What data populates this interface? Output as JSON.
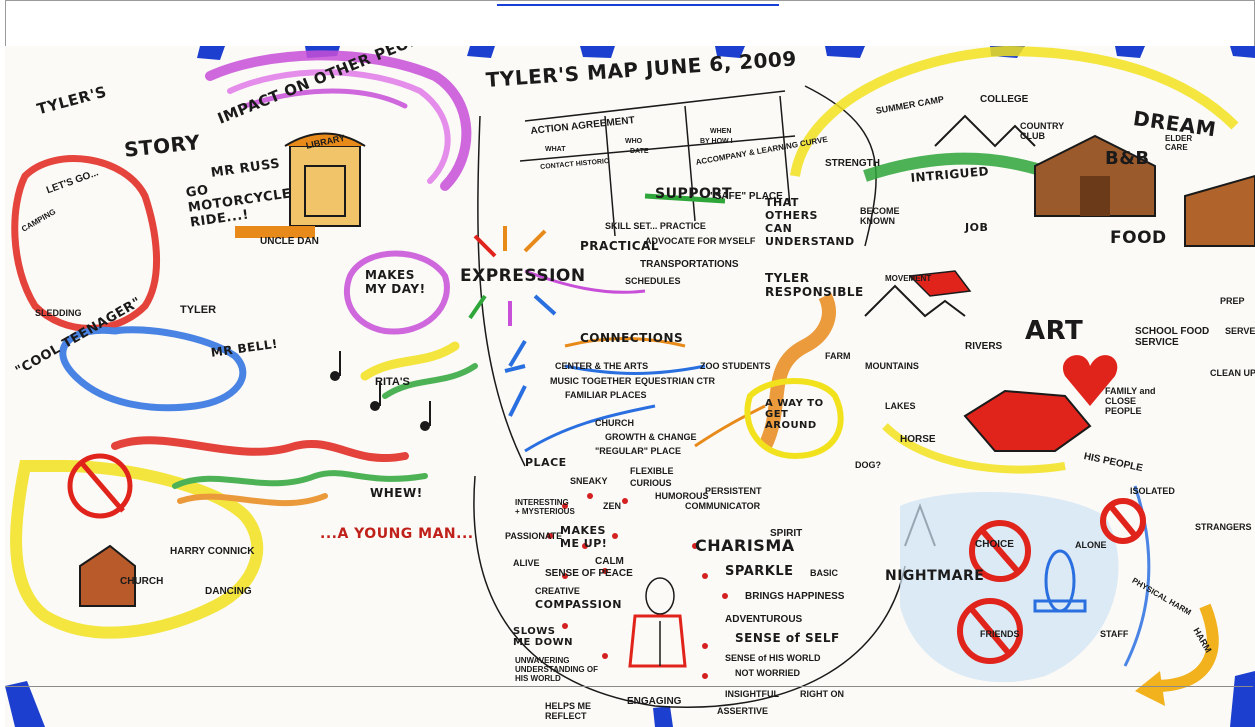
{
  "title": "TYLER'S MAP JUNE 6, 2009",
  "action_agreement": {
    "heading": "ACTION AGREEMENT",
    "columns": [
      "WHAT",
      "WHO",
      "DATE",
      "WHEN",
      "BY HOW I"
    ],
    "row1": "CONTACT HISTORIC"
  },
  "story": {
    "tylers": "TYLER'S",
    "story": "STORY",
    "impact": "IMPACT ON OTHER PEOPLE'S LIVES",
    "library": "LIBRARY",
    "lets_go": "LET'S GO...",
    "camping": "CAMPING",
    "mr_russ": "MR RUSS",
    "motorcycle": "GO MOTORCYCLE RIDE...!",
    "uncle_dan": "UNCLE DAN",
    "makes_my_day": "MAKES MY DAY!",
    "sledding": "SLEDDING",
    "tyler": "TYLER",
    "mr_bell": "MR BELL!",
    "cool_teenager": "\"COOL TEENAGER\"",
    "ritas": "RITA'S",
    "whew": "WHEW!",
    "young_man": "...A YOUNG MAN...",
    "harry_connick": "HARRY CONNICK",
    "church": "CHURCH",
    "dancing": "DANCING"
  },
  "center": {
    "expression": "EXPRESSION",
    "support": "SUPPORT",
    "safe_place": "\"SAFE\" PLACE",
    "accompany": "ACCOMPANY & LEARNING CURVE",
    "others_can_understand": "THAT OTHERS CAN UNDERSTAND",
    "skill_set": "SKILL SET... PRACTICE",
    "practical": "PRACTICAL",
    "advocate": "ADVOCATE FOR MYSELF",
    "transportation": "TRANSPORTATIONS",
    "schedules": "SCHEDULES",
    "tyler_responsible": "TYLER RESPONSIBLE",
    "connections": "CONNECTIONS",
    "centered_arts": "CENTER & THE ARTS",
    "music_together": "MUSIC TOGETHER",
    "familiar_places": "FAMILIAR PLACES",
    "church": "CHURCH",
    "equestrian": "EQUESTRIAN CTR",
    "zoo_students": "ZOO STUDENTS",
    "growth_change": "GROWTH & CHANGE",
    "regular_place": "\"REGULAR\" PLACE",
    "place": "PLACE",
    "a_way": "A WAY TO GET AROUND"
  },
  "gifts": [
    "SNEAKY",
    "ZEN",
    "FLEXIBLE",
    "CURIOUS",
    "HUMOROUS",
    "PERSISTENT",
    "COMMUNICATOR",
    "INTERESTING + MYSTERIOUS",
    "PASSIONATE",
    "MAKES ME UP!",
    "CALM",
    "CHARISMA",
    "SPIRIT",
    "ALIVE",
    "SENSE OF PEACE",
    "SPARKLE",
    "BASIC",
    "CREATIVE",
    "COMPASSION",
    "BRINGS HAPPINESS",
    "ADVENTUROUS",
    "SLOWS ME DOWN",
    "SENSE of SELF",
    "SENSE of HIS WORLD",
    "UNWAVERING UNDERSTANDING OF HIS WORLD",
    "NOT WORRIED",
    "HELPS ME REFLECT",
    "ENGAGING",
    "INSIGHTFUL",
    "RIGHT ON",
    "ASSERTIVE"
  ],
  "dreams": {
    "dream": "DREAM",
    "summer_camp": "SUMMER CAMP",
    "college": "COLLEGE",
    "country_club": "COUNTRY CLUB",
    "elder_care": "ELDER CARE",
    "strength": "STRENGTH",
    "intrigued": "INTRIGUED",
    "b_and_b": "B&B",
    "become_known": "BECOME KNOWN",
    "job": "JOB",
    "food": "FOOD",
    "movement": "MOVEMENT",
    "art": "ART",
    "school_food_service": "SCHOOL FOOD SERVICE",
    "prep": "PREP",
    "serve": "SERVE",
    "clean_up": "CLEAN UP",
    "farm": "FARM",
    "mountains": "MOUNTAINS",
    "rivers": "RIVERS",
    "lakes": "LAKES",
    "horse": "HORSE",
    "dog": "DOG?",
    "family": "FAMILY and CLOSE PEOPLE",
    "his_people": "HIS PEOPLE"
  },
  "nightmare": {
    "nightmare": "NIGHTMARE",
    "choice": "CHOICE",
    "alone": "ALONE",
    "friends": "FRIENDS",
    "isolated": "ISOLATED",
    "strangers": "STRANGERS",
    "physical_harm": "PHYSICAL HARM",
    "harm": "HARM",
    "staff": "STAFF"
  },
  "colors": {
    "marker_black": "#1a1a1a",
    "purple": "#c84fd8",
    "orange": "#e88a1a",
    "yellow": "#f2e21e",
    "blue": "#2a6fe0",
    "red": "#e0241c",
    "green": "#2fa63a",
    "tape_blue": "#1c3fd0"
  }
}
